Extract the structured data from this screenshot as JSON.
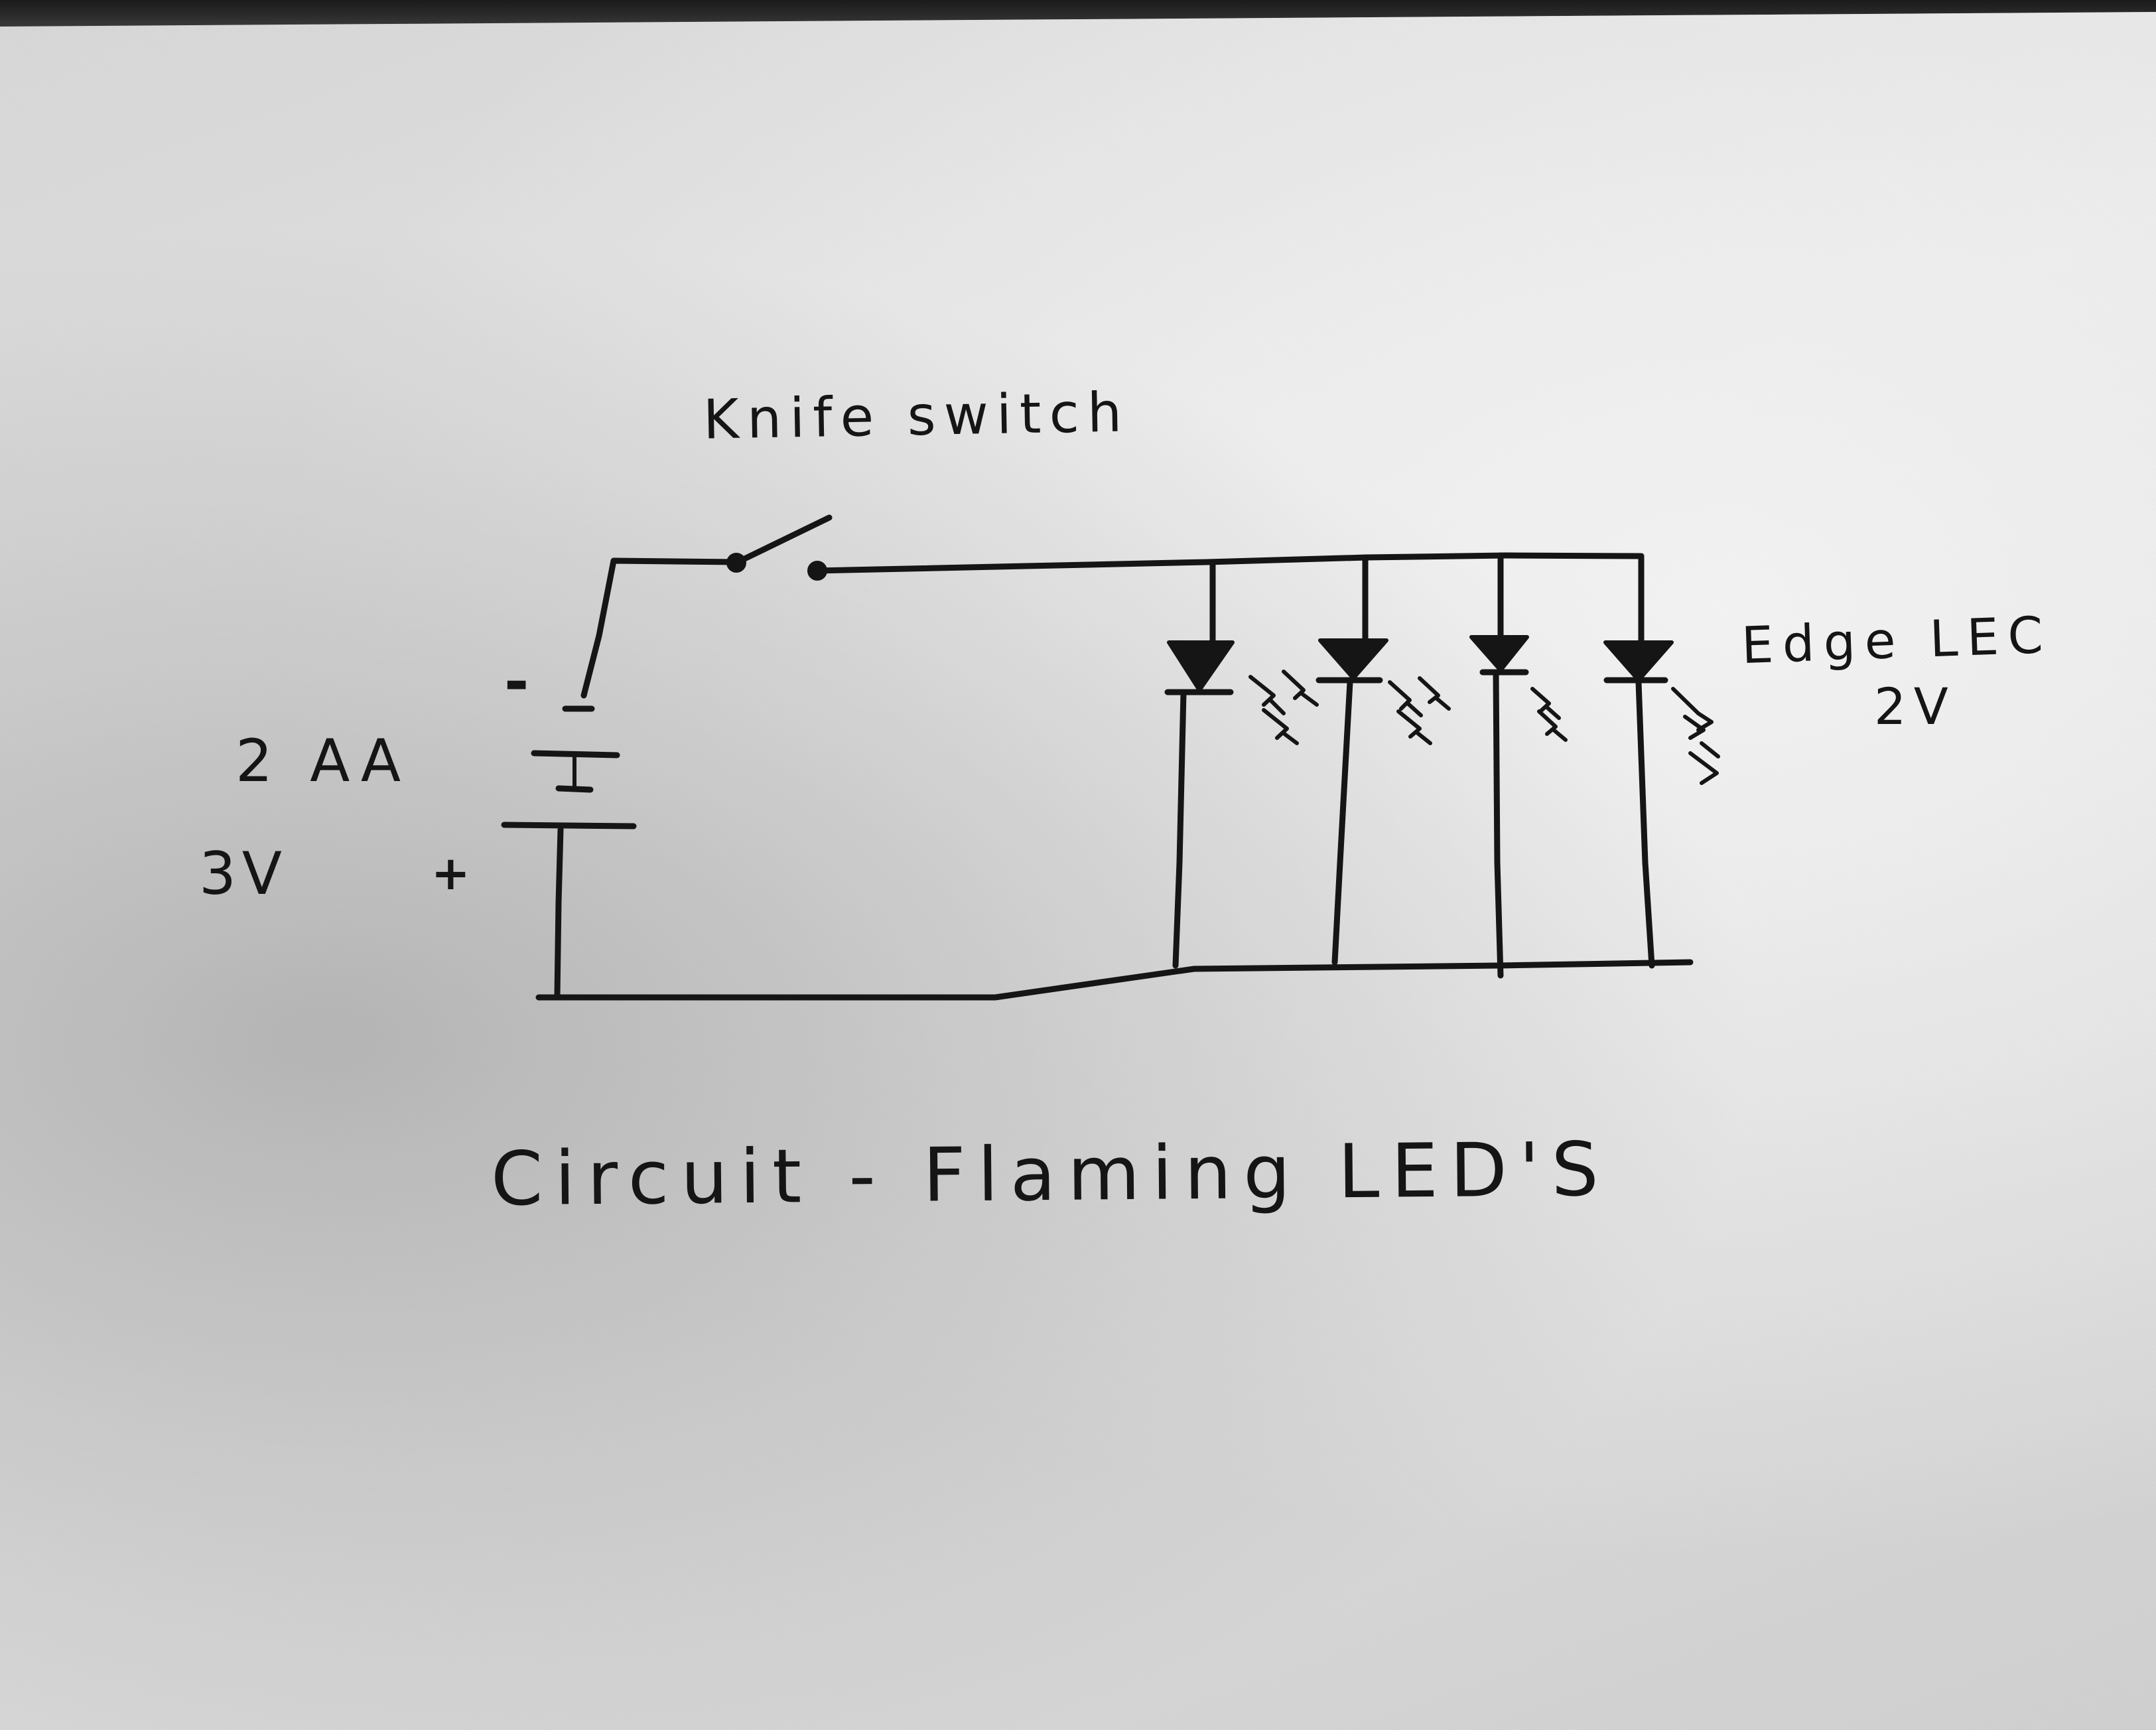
{
  "diagram": {
    "switch_label": "Knife switch",
    "battery": {
      "minus": "-",
      "plus": "+",
      "count": "2 AA",
      "voltage": "3V"
    },
    "led": {
      "label": "Edge LEC",
      "voltage": "2V",
      "count": 4
    },
    "title": "Circuit - Flaming LED'S"
  },
  "colors": {
    "ink": "#151515",
    "paper": "#e2e2e2"
  }
}
